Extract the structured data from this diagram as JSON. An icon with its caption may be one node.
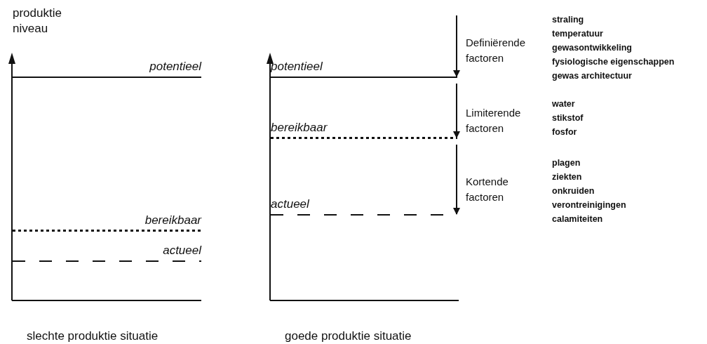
{
  "diagram": {
    "nodes": [
      {
        "text": [
          "potentieel"
        ]
      },
      {
        "text": [
          "bereikbaar"
        ]
      },
      {
        "text": [
          "actueel"
        ]
      },
      {
        "text": [
          "potentieel"
        ]
      },
      {
        "text": [
          "bereikbaar"
        ]
      },
      {
        "text": [
          "actueel"
        ]
      }
    ],
    "edges": [
      {
        "from": null,
        "to": 3,
        "arrow": "to",
        "label": "Definiërende factoren"
      },
      {
        "from": 3,
        "to": 4,
        "arrow": "to",
        "label": "Limiterende factoren"
      },
      {
        "from": 4,
        "to": 5,
        "arrow": "to",
        "label": "Kortende factoren"
      }
    ],
    "labels": [
      "produktie niveau",
      "straling",
      "temperatuur",
      "gewasontwikkeling",
      "fysiologische eigenschappen",
      "gewas architectuur",
      "water",
      "stikstof",
      "fosfor",
      "plagen",
      "ziekten",
      "onkruiden",
      "verontreinigingen",
      "calamiteiten",
      "slechte produktie situatie",
      "goede produktie situatie"
    ]
  }
}
